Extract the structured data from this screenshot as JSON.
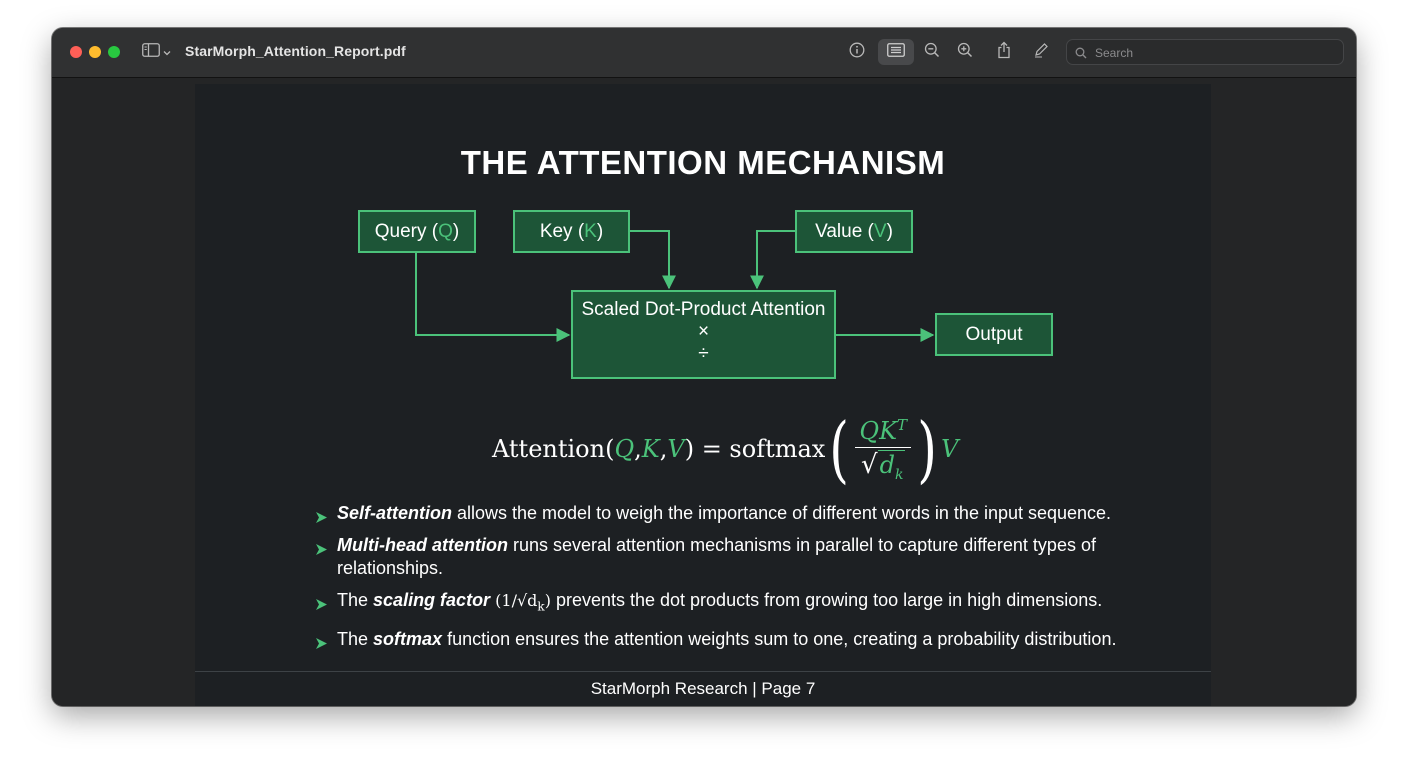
{
  "window": {
    "title": "StarMorph_Attention_Report.pdf",
    "search_placeholder": "Search",
    "icons": [
      "sidebar-icon",
      "chevron-down-icon",
      "info-icon",
      "markup-icon",
      "zoom-out-icon",
      "zoom-in-icon",
      "share-icon",
      "annotate-icon",
      "search-icon"
    ]
  },
  "slide": {
    "title": "THE ATTENTION MECHANISM",
    "diagram": {
      "query": {
        "label": "Query (",
        "symbol": "Q",
        "close": ")"
      },
      "key": {
        "label": "Key (",
        "symbol": "K",
        "close": ")"
      },
      "value": {
        "label": "Value (",
        "symbol": "V",
        "close": ")"
      },
      "attention": {
        "line1": "Scaled Dot-Product Attention",
        "line2": "×",
        "line3": "÷"
      },
      "output": "Output"
    },
    "formula": {
      "name": "Attention(",
      "q": "Q",
      "sep1": ",",
      "k": "K",
      "sep2": ",",
      "v": "V",
      "rhs": ") = softmax",
      "num_var": "QK",
      "num_sup": "T",
      "den_var": "d",
      "den_sub": "k",
      "tail": "V"
    },
    "bullets": [
      {
        "bold": "Self-attention",
        "text": " allows the model to weigh the importance of different words in the input sequence."
      },
      {
        "bold": "Multi-head attention",
        "text": " runs several attention mechanisms in parallel to capture different types of relationships."
      },
      {
        "pre": "The ",
        "bold": "scaling factor",
        "math": " (1/√d",
        "math_sub": "k",
        "math_close": ")",
        "text": " prevents the dot products from growing too large in high dimensions."
      },
      {
        "pre": "The ",
        "bold": "softmax",
        "text": " function ensures the attention weights sum to one, creating a probability distribution."
      }
    ],
    "footer": "StarMorph Research | Page 7"
  },
  "colors": {
    "accent": "#4bc27a",
    "box_fill": "#1d5537",
    "page_bg": "#1d2023"
  }
}
